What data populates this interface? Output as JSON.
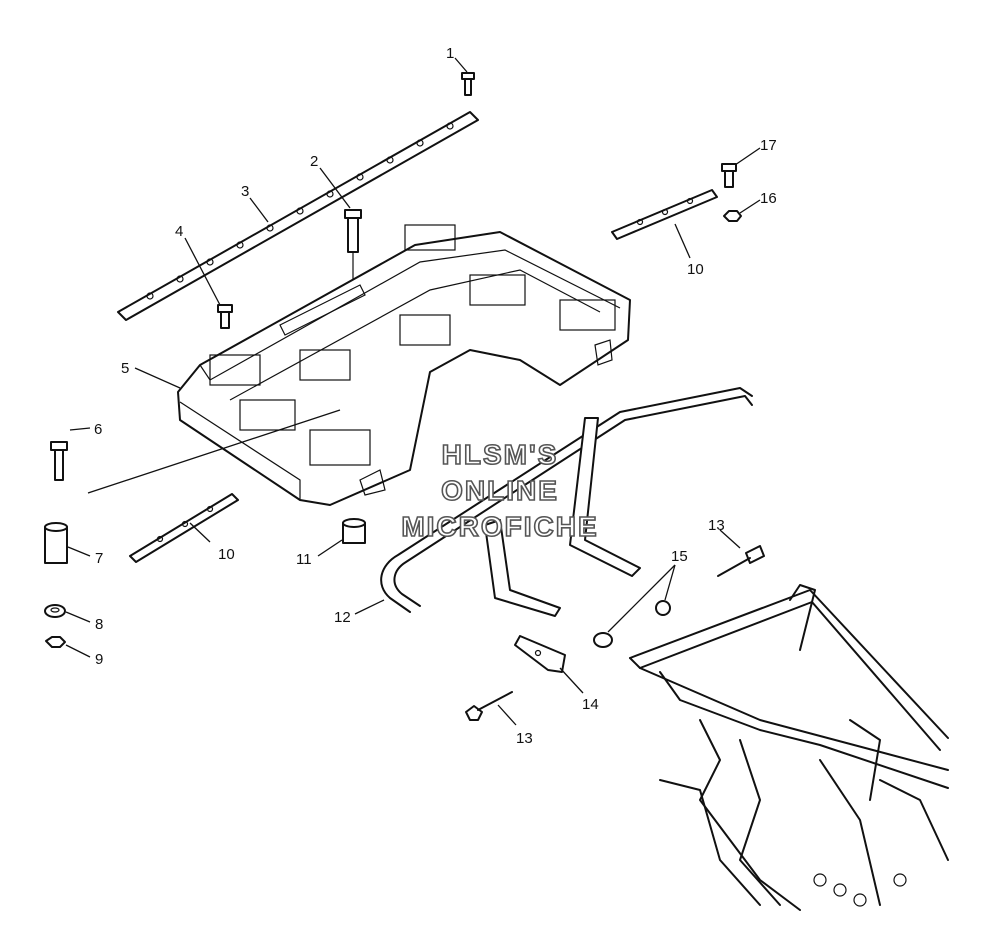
{
  "watermark": {
    "line1": "HLSM'S",
    "line2": "ONLINE",
    "line3": "MICROFICHE"
  },
  "callouts": [
    {
      "id": "c1",
      "label": "1"
    },
    {
      "id": "c2",
      "label": "2"
    },
    {
      "id": "c3",
      "label": "3"
    },
    {
      "id": "c4",
      "label": "4"
    },
    {
      "id": "c5",
      "label": "5"
    },
    {
      "id": "c6",
      "label": "6"
    },
    {
      "id": "c7",
      "label": "7"
    },
    {
      "id": "c8",
      "label": "8"
    },
    {
      "id": "c9",
      "label": "9"
    },
    {
      "id": "c10a",
      "label": "10"
    },
    {
      "id": "c10b",
      "label": "10"
    },
    {
      "id": "c11",
      "label": "11"
    },
    {
      "id": "c12",
      "label": "12"
    },
    {
      "id": "c13a",
      "label": "13"
    },
    {
      "id": "c13b",
      "label": "13"
    },
    {
      "id": "c14",
      "label": "14"
    },
    {
      "id": "c15",
      "label": "15"
    },
    {
      "id": "c16",
      "label": "16"
    },
    {
      "id": "c17",
      "label": "17"
    }
  ]
}
